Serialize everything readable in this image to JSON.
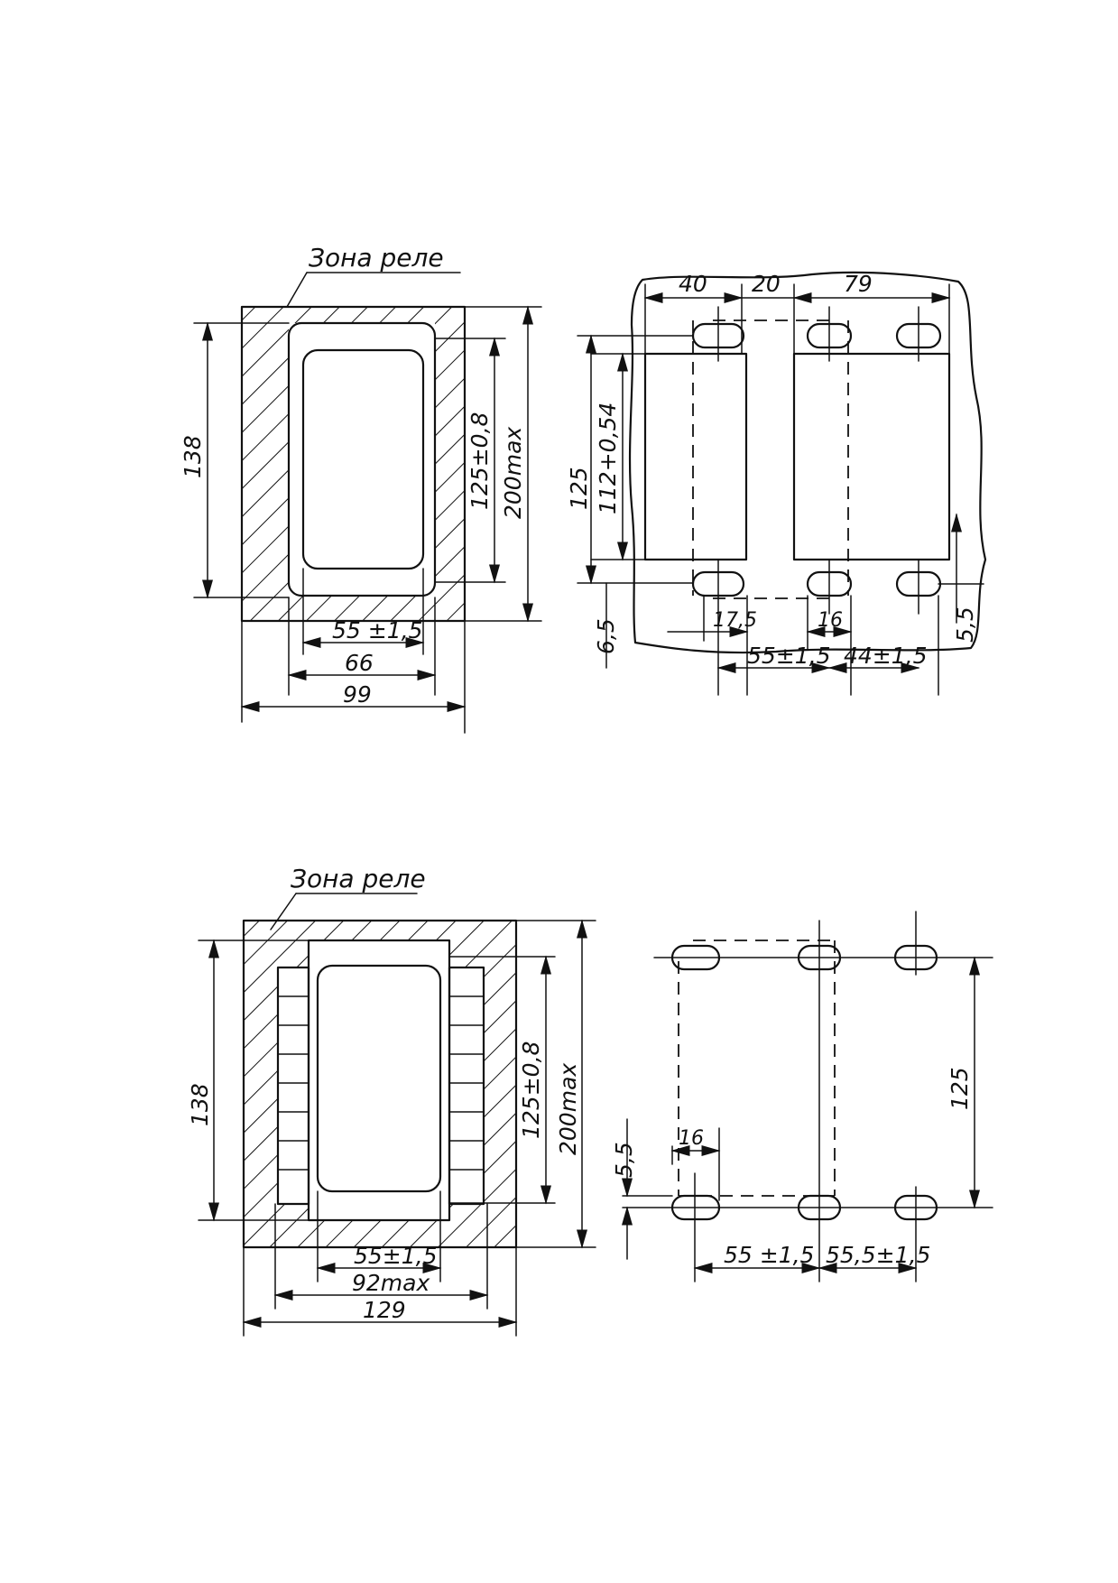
{
  "drawing_top": {
    "zone_label": "Зона реле",
    "left_view": {
      "height_138": "138",
      "dim_125": "125±0,8",
      "dim_200": "200max",
      "width_55": "55 ±1,5",
      "width_66": "66",
      "width_99": "99"
    },
    "right_view": {
      "top_40": "40",
      "top_20": "20",
      "top_79": "79",
      "left_125": "125",
      "left_112": "112+0,54",
      "left_65": "6,5",
      "bottom_175": "17,5",
      "bottom_16": "16",
      "bottom_55": "55±1,5",
      "bottom_44": "44±1,5",
      "right_55": "5,5"
    }
  },
  "drawing_bottom": {
    "zone_label": "Зона реле",
    "left_view": {
      "height_138": "138",
      "dim_125": "125±0,8",
      "dim_200": "200max",
      "width_55": "55±1,5",
      "width_92": "92max",
      "width_129": "129"
    },
    "right_view": {
      "left_55": "5,5",
      "top_16": "16",
      "right_125": "125",
      "bottom_55": "55 ±1,5",
      "bottom_555": "55,5±1,5"
    }
  }
}
